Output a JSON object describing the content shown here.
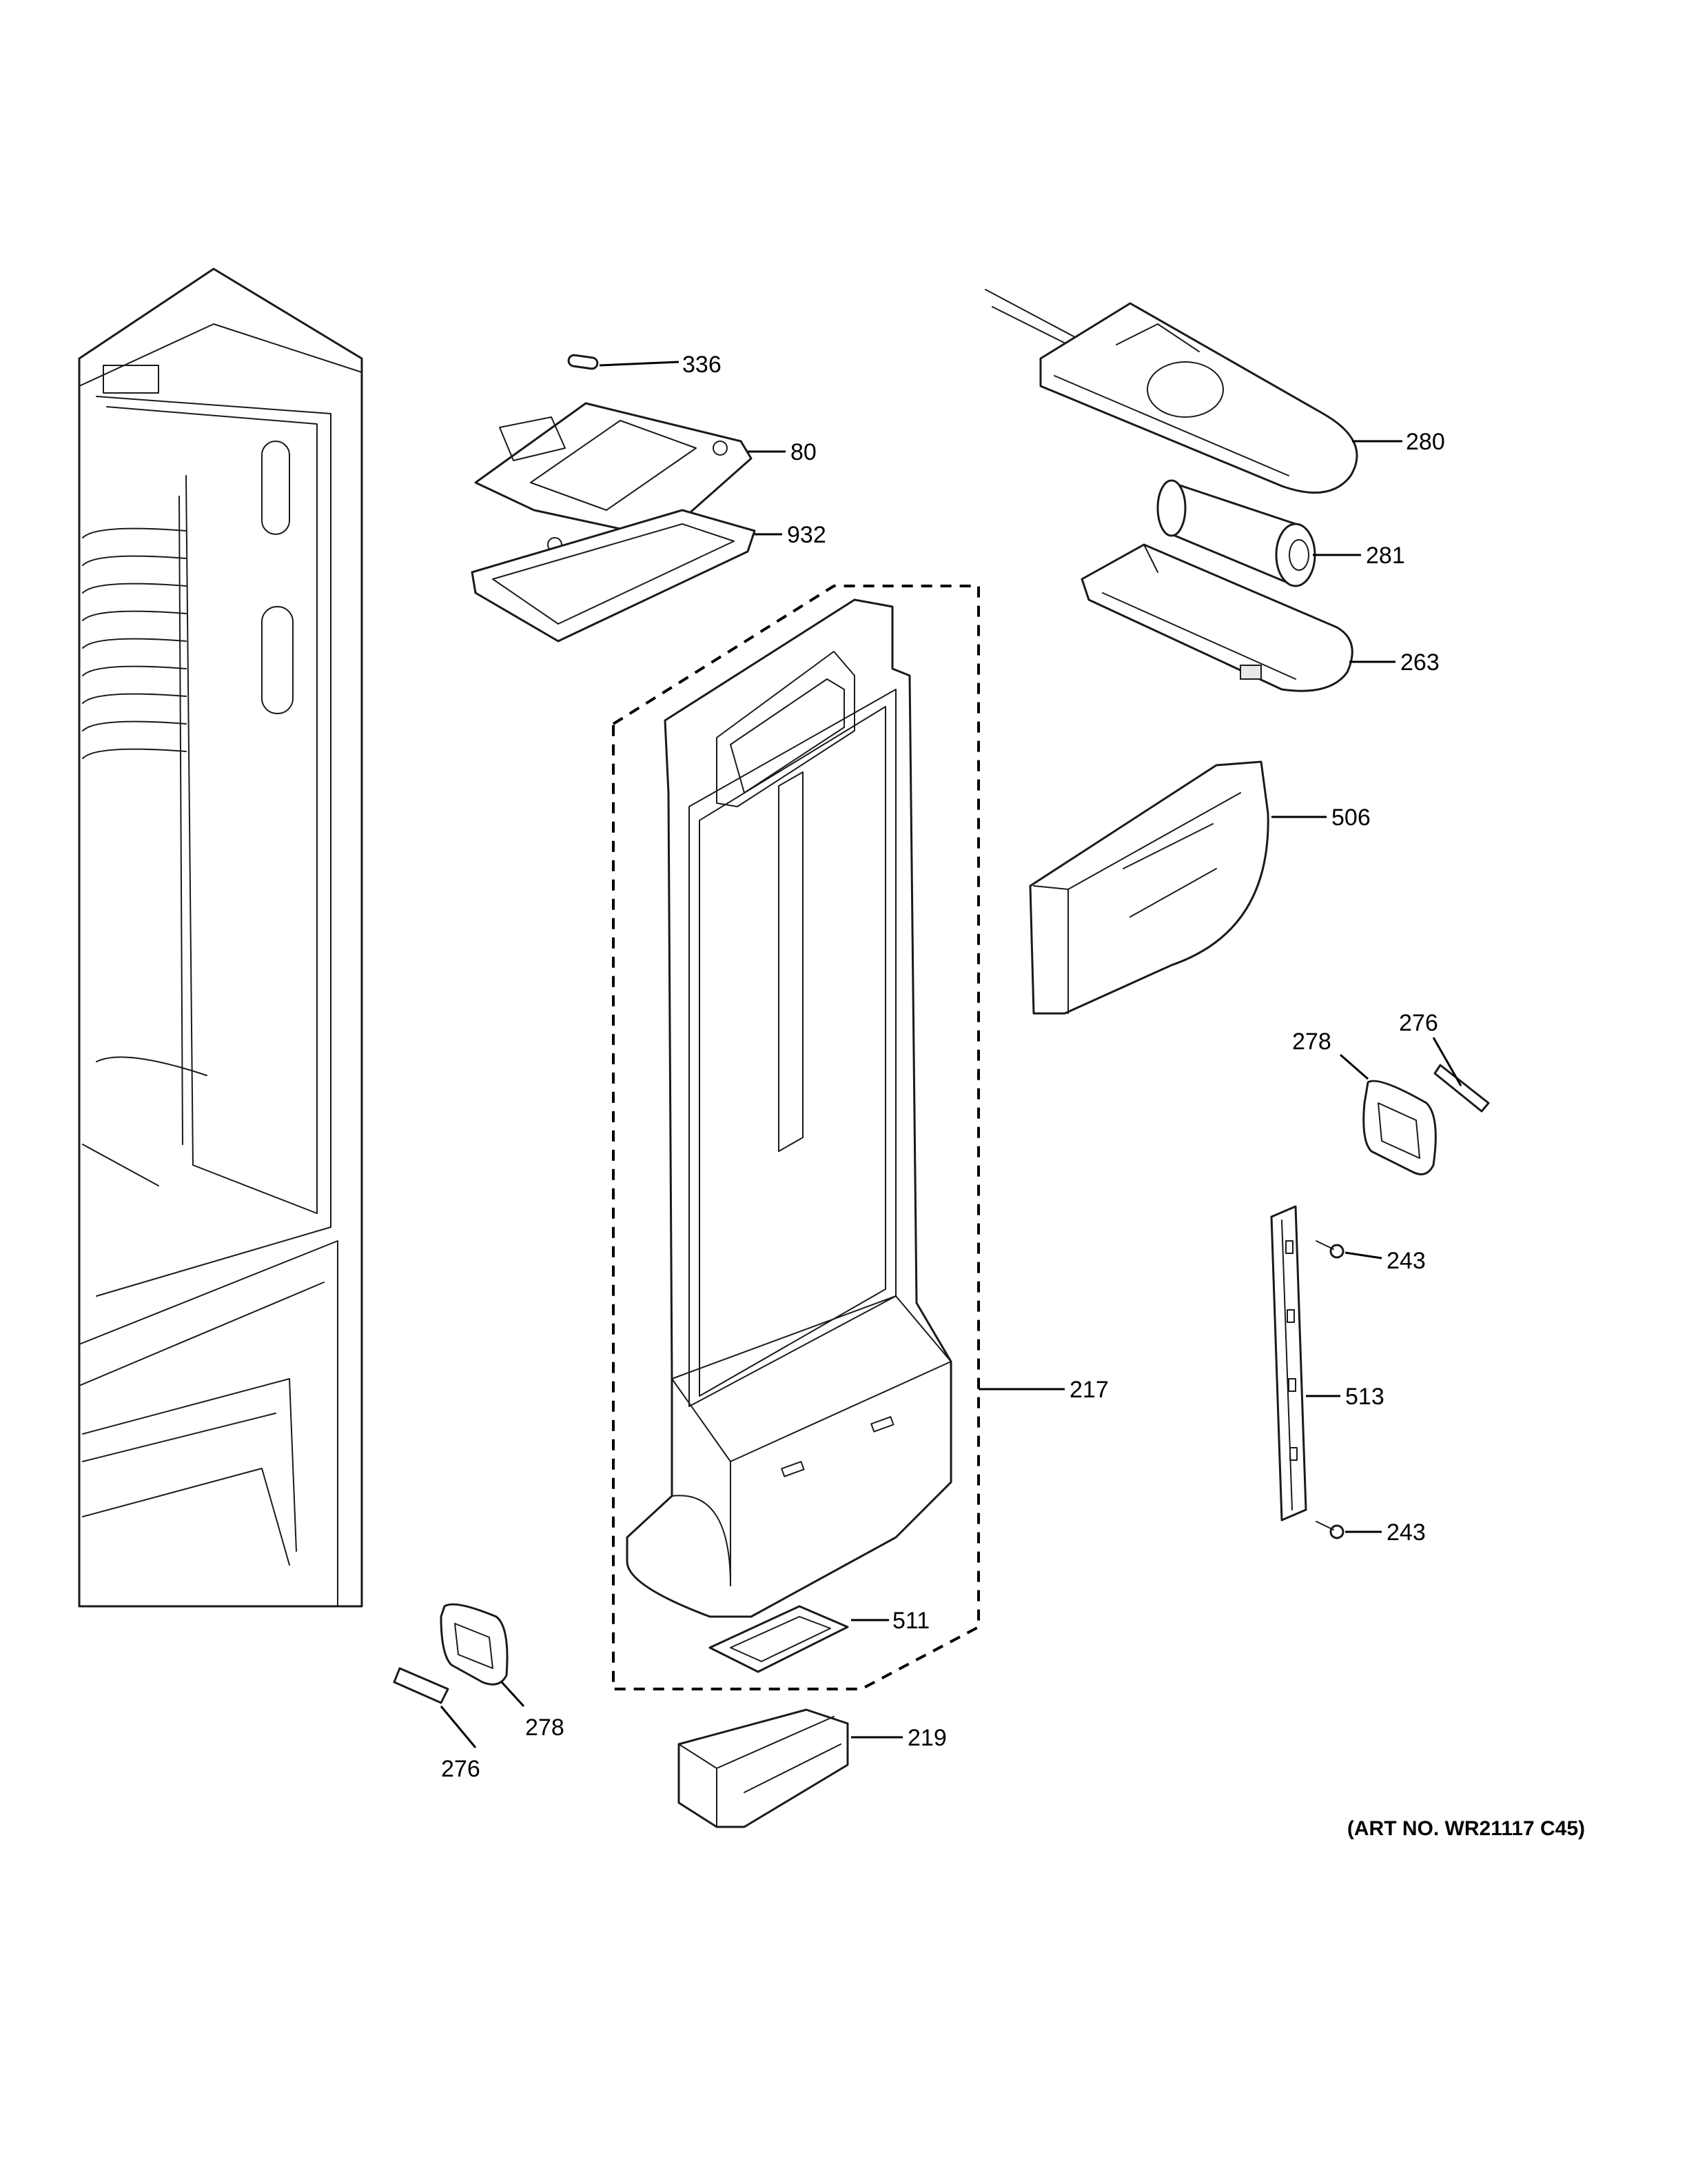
{
  "callouts": [
    {
      "id": "c336",
      "label": "336"
    },
    {
      "id": "c80",
      "label": "80"
    },
    {
      "id": "c932",
      "label": "932"
    },
    {
      "id": "c280",
      "label": "280"
    },
    {
      "id": "c281",
      "label": "281"
    },
    {
      "id": "c263",
      "label": "263"
    },
    {
      "id": "c506",
      "label": "506"
    },
    {
      "id": "c276a",
      "label": "276"
    },
    {
      "id": "c278a",
      "label": "278"
    },
    {
      "id": "c243a",
      "label": "243"
    },
    {
      "id": "c217",
      "label": "217"
    },
    {
      "id": "c513",
      "label": "513"
    },
    {
      "id": "c243b",
      "label": "243"
    },
    {
      "id": "c511",
      "label": "511"
    },
    {
      "id": "c278b",
      "label": "278"
    },
    {
      "id": "c276b",
      "label": "276"
    },
    {
      "id": "c219",
      "label": "219"
    }
  ],
  "art_number": "(ART NO. WR21117 C45)"
}
